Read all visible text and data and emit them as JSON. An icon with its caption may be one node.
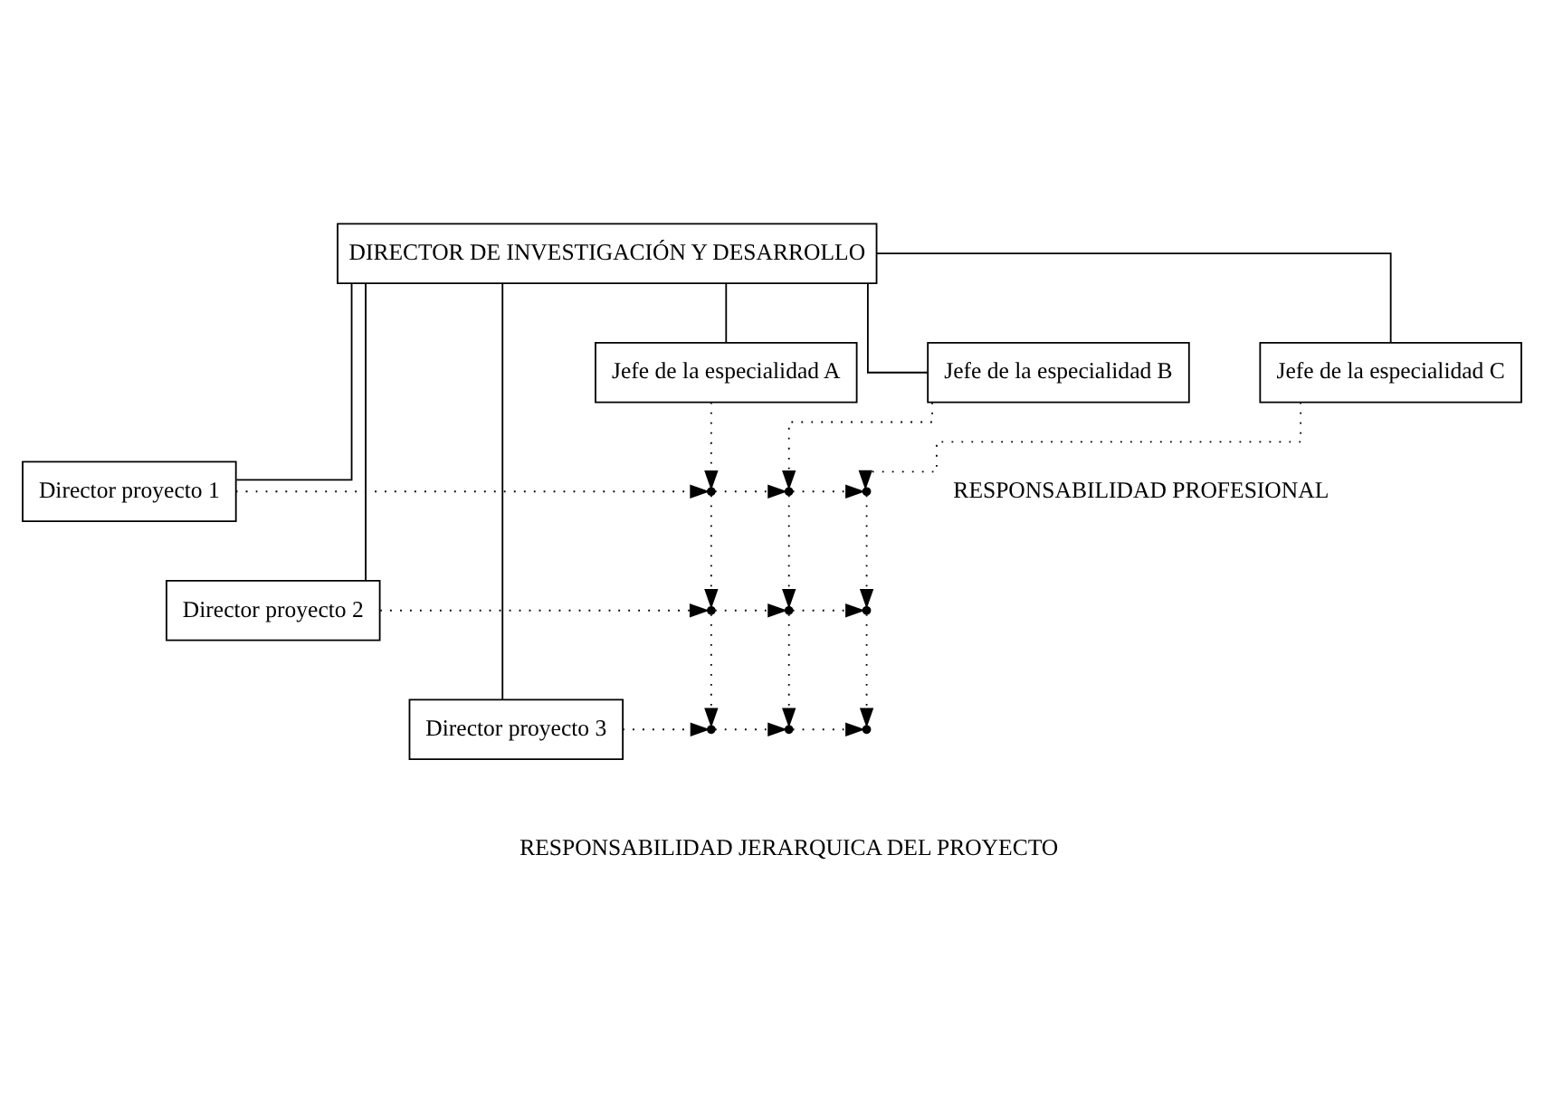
{
  "diagram": {
    "nodes": [
      {
        "text": [
          "DIRECTOR DE INVESTIGACIÓN Y DESARROLLO"
        ]
      },
      {
        "text": [
          "Jefe de la especialidad A"
        ]
      },
      {
        "text": [
          "Jefe de la especialidad B"
        ]
      },
      {
        "text": [
          "Jefe de la especialidad C"
        ]
      },
      {
        "text": [
          "Director proyecto 1"
        ]
      },
      {
        "text": [
          "Director proyecto 2"
        ]
      },
      {
        "text": [
          "Director proyecto 3"
        ]
      },
      {
        "text": [],
        "shape": "point"
      },
      {
        "text": [],
        "shape": "point"
      },
      {
        "text": [],
        "shape": "point"
      },
      {
        "text": [],
        "shape": "point"
      },
      {
        "text": [],
        "shape": "point"
      },
      {
        "text": [],
        "shape": "point"
      },
      {
        "text": [],
        "shape": "point"
      },
      {
        "text": [],
        "shape": "point"
      },
      {
        "text": [],
        "shape": "point"
      }
    ],
    "edges": [
      {
        "from": 0,
        "to": 1,
        "arrow": "none"
      },
      {
        "from": 0,
        "to": 2,
        "arrow": "none"
      },
      {
        "from": 0,
        "to": 3,
        "arrow": "none"
      },
      {
        "from": 0,
        "to": 4,
        "arrow": "none"
      },
      {
        "from": 0,
        "to": 5,
        "arrow": "none"
      },
      {
        "from": 0,
        "to": 6,
        "arrow": "none"
      },
      {
        "from": 1,
        "to": 7,
        "arrow": "to",
        "style": "dashed"
      },
      {
        "from": 2,
        "to": 8,
        "arrow": "to",
        "style": "dashed"
      },
      {
        "from": 3,
        "to": 9,
        "arrow": "to",
        "style": "dashed"
      },
      {
        "from": 7,
        "to": 10,
        "arrow": "to",
        "style": "dashed"
      },
      {
        "from": 8,
        "to": 11,
        "arrow": "to",
        "style": "dashed"
      },
      {
        "from": 9,
        "to": 12,
        "arrow": "to",
        "style": "dashed"
      },
      {
        "from": 10,
        "to": 13,
        "arrow": "to",
        "style": "dashed"
      },
      {
        "from": 11,
        "to": 14,
        "arrow": "to",
        "style": "dashed"
      },
      {
        "from": 12,
        "to": 15,
        "arrow": "to",
        "style": "dashed"
      },
      {
        "from": 4,
        "to": 7,
        "arrow": "to",
        "style": "dashed"
      },
      {
        "from": 7,
        "to": 8,
        "arrow": "to",
        "style": "dashed"
      },
      {
        "from": 8,
        "to": 9,
        "arrow": "to",
        "style": "dashed"
      },
      {
        "from": 5,
        "to": 10,
        "arrow": "to",
        "style": "dashed"
      },
      {
        "from": 10,
        "to": 11,
        "arrow": "to",
        "style": "dashed"
      },
      {
        "from": 11,
        "to": 12,
        "arrow": "to",
        "style": "dashed"
      },
      {
        "from": 6,
        "to": 13,
        "arrow": "to",
        "style": "dashed"
      },
      {
        "from": 13,
        "to": 14,
        "arrow": "to",
        "style": "dashed"
      },
      {
        "from": 14,
        "to": 15,
        "arrow": "to",
        "style": "dashed"
      }
    ],
    "labels": [
      "RESPONSABILIDAD PROFESIONAL",
      "RESPONSABILIDAD JERARQUICA DEL PROYECTO"
    ]
  }
}
